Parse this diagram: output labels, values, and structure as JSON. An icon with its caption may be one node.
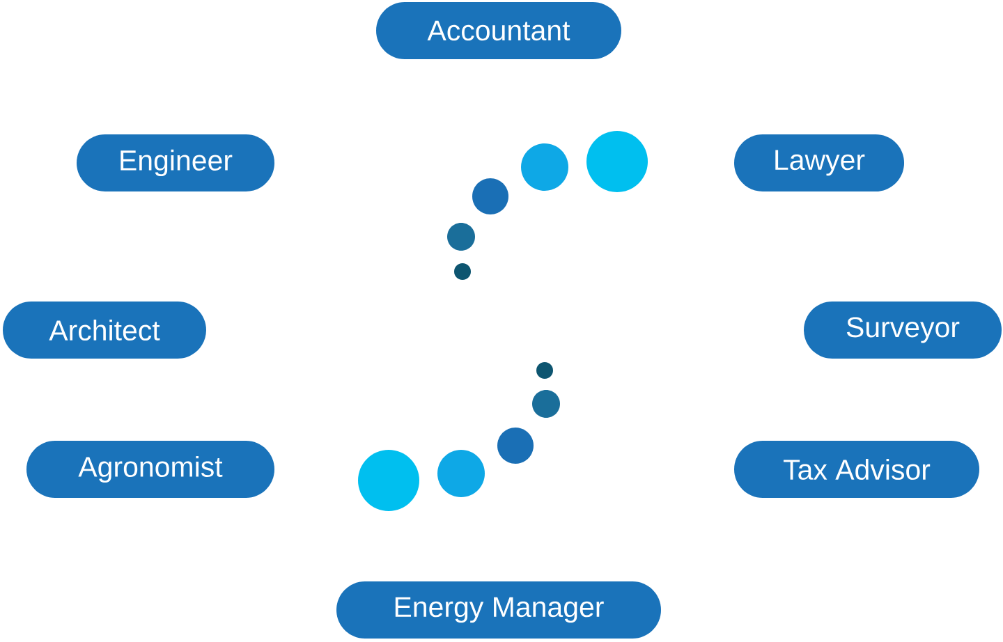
{
  "diagram": {
    "nodes": [
      {
        "text": [
          "Accountant"
        ]
      },
      {
        "text": [
          "Engineer"
        ]
      },
      {
        "text": [
          "Lawyer"
        ]
      },
      {
        "text": [
          "Architect"
        ]
      },
      {
        "text": [
          "Surveyor"
        ]
      },
      {
        "text": [
          "Agronomist"
        ]
      },
      {
        "text": [
          "Tax Advisor"
        ]
      },
      {
        "text": [
          "Energy Manager"
        ]
      }
    ]
  }
}
